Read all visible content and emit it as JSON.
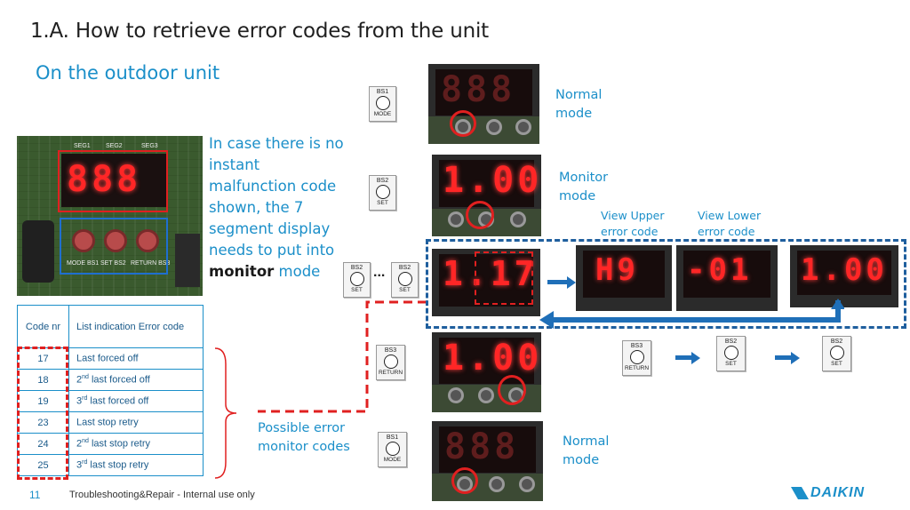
{
  "slide": {
    "title": "1.A. How to retrieve error codes from the unit",
    "subtitle": "On the outdoor unit",
    "intro_part1": "In case there is no instant malfunction code shown, the 7 segment display needs to put into ",
    "intro_bold": "monitor",
    "intro_part2": " mode"
  },
  "labels": {
    "normal_mode_top": "Normal mode",
    "monitor_mode": "Monitor mode",
    "view_upper": "View Upper error code",
    "view_lower": "View Lower error code",
    "possible_codes": "Possible error monitor codes",
    "normal_mode_bottom": "Normal mode",
    "ellipsis": "..."
  },
  "buttons": {
    "bs1": {
      "top": "BS1",
      "bottom": "MODE"
    },
    "bs2": {
      "top": "BS2",
      "bottom": "SET"
    },
    "bs3": {
      "top": "BS3",
      "bottom": "RETURN"
    }
  },
  "pcb": {
    "seg_labels": [
      "SEG1",
      "SEG2",
      "SEG3"
    ],
    "btn_labels": [
      "MODE BS1",
      "SET BS2",
      "RETURN BS3"
    ]
  },
  "displays": {
    "normal": "888",
    "monitor": "1.00",
    "code17": "1.17",
    "upper": "H9",
    "lower": "-01",
    "return": "1.00"
  },
  "table": {
    "header_code": "Code nr",
    "header_list": "List indication Error code",
    "rows": [
      {
        "code": "17",
        "ord": "",
        "sup": "",
        "text": "Last forced off"
      },
      {
        "code": "18",
        "ord": "2",
        "sup": "nd",
        "text": " last forced off"
      },
      {
        "code": "19",
        "ord": "3",
        "sup": "rd",
        "text": " last forced off"
      },
      {
        "code": "23",
        "ord": "",
        "sup": "",
        "text": "Last stop retry"
      },
      {
        "code": "24",
        "ord": "2",
        "sup": "nd",
        "text": " last stop retry"
      },
      {
        "code": "25",
        "ord": "3",
        "sup": "rd",
        "text": " last stop retry"
      }
    ]
  },
  "footer": {
    "page_number": "11",
    "text": "Troubleshooting&Repair - Internal use only",
    "brand": "DAIKIN"
  }
}
